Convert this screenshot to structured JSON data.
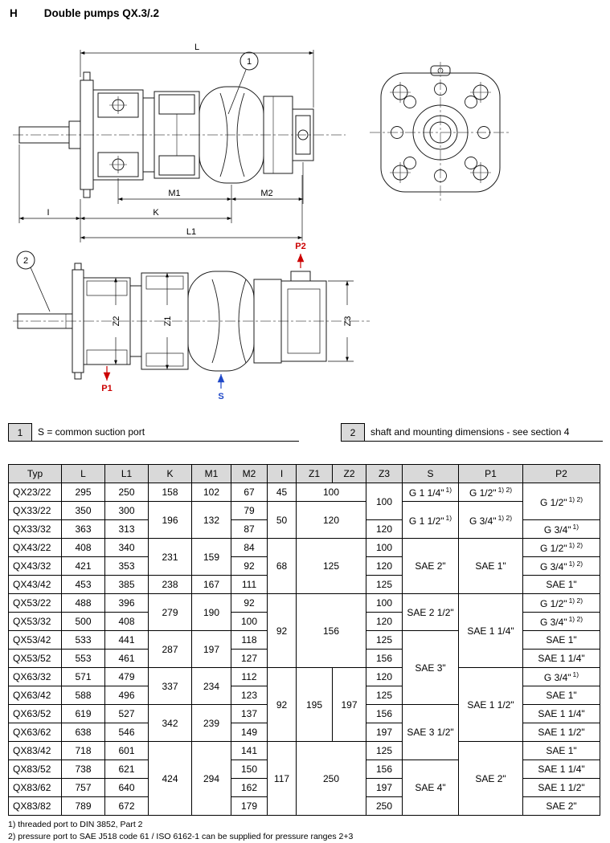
{
  "page": {
    "section_letter": "H",
    "title": "Double pumps QX.3/.2"
  },
  "drawing_side": {
    "balloon": "1",
    "labels": {
      "L": "L",
      "M1": "M1",
      "M2": "M2",
      "I": "I",
      "K": "K",
      "L1": "L1"
    }
  },
  "drawing_plan": {
    "balloon": "2",
    "labels": {
      "Z1": "Z1",
      "Z2": "Z2",
      "Z3": "Z3"
    },
    "ports": {
      "P1": "P1",
      "P2": "P2",
      "S": "S"
    }
  },
  "notes": [
    {
      "num": "1",
      "text": "S = common suction port"
    },
    {
      "num": "2",
      "text": "shaft and mounting dimensions - see section 4"
    }
  ],
  "table": {
    "headers": [
      "Typ",
      "L",
      "L1",
      "K",
      "M1",
      "M2",
      "I",
      "Z1",
      "Z2",
      "Z3",
      "S",
      "P1",
      "P2"
    ],
    "rows": [
      {
        "cells": [
          {
            "t": "QX23/22"
          },
          {
            "t": "295"
          },
          {
            "t": "250"
          },
          {
            "t": "158"
          },
          {
            "t": "102"
          },
          {
            "t": "67"
          },
          {
            "t": "45"
          },
          {
            "t": "100",
            "cs": 2
          },
          {
            "t": "100",
            "rs": 2
          },
          {
            "t": "G 1 1/4\"",
            "sup": "1)"
          },
          {
            "t": "G 1/2\"",
            "sup": "1) 2)"
          },
          {
            "t": "G 1/2\"",
            "sup": "1) 2)",
            "rs": 2
          }
        ]
      },
      {
        "cells": [
          {
            "t": "QX33/22"
          },
          {
            "t": "350"
          },
          {
            "t": "300"
          },
          {
            "t": "196",
            "rs": 2
          },
          {
            "t": "132",
            "rs": 2
          },
          {
            "t": "79"
          },
          {
            "t": "50",
            "rs": 2
          },
          {
            "t": "120",
            "cs": 2,
            "rs": 2
          },
          {
            "t": "G 1 1/2\"",
            "sup": "1)",
            "rs": 2
          },
          {
            "t": "G 3/4\"",
            "sup": "1) 2)",
            "rs": 2
          }
        ]
      },
      {
        "cells": [
          {
            "t": "QX33/32"
          },
          {
            "t": "363"
          },
          {
            "t": "313"
          },
          {
            "t": "87"
          },
          {
            "t": "120"
          },
          {
            "t": "G 3/4\"",
            "sup": "1)"
          }
        ]
      },
      {
        "cells": [
          {
            "t": "QX43/22"
          },
          {
            "t": "408"
          },
          {
            "t": "340"
          },
          {
            "t": "231",
            "rs": 2
          },
          {
            "t": "159",
            "rs": 2
          },
          {
            "t": "84"
          },
          {
            "t": "68",
            "rs": 3
          },
          {
            "t": "125",
            "cs": 2,
            "rs": 3
          },
          {
            "t": "100"
          },
          {
            "t": "SAE 2\"",
            "rs": 3
          },
          {
            "t": "SAE 1\"",
            "rs": 3
          },
          {
            "t": "G 1/2\"",
            "sup": "1) 2)"
          }
        ]
      },
      {
        "cells": [
          {
            "t": "QX43/32"
          },
          {
            "t": "421"
          },
          {
            "t": "353"
          },
          {
            "t": "92"
          },
          {
            "t": "120"
          },
          {
            "t": "G 3/4\"",
            "sup": "1) 2)"
          }
        ]
      },
      {
        "cells": [
          {
            "t": "QX43/42"
          },
          {
            "t": "453"
          },
          {
            "t": "385"
          },
          {
            "t": "238"
          },
          {
            "t": "167"
          },
          {
            "t": "111"
          },
          {
            "t": "125"
          },
          {
            "t": "SAE 1\""
          }
        ]
      },
      {
        "cells": [
          {
            "t": "QX53/22"
          },
          {
            "t": "488"
          },
          {
            "t": "396"
          },
          {
            "t": "279",
            "rs": 2
          },
          {
            "t": "190",
            "rs": 2
          },
          {
            "t": "92"
          },
          {
            "t": "92",
            "rs": 4
          },
          {
            "t": "156",
            "cs": 2,
            "rs": 4
          },
          {
            "t": "100"
          },
          {
            "t": "SAE 2 1/2\"",
            "rs": 2
          },
          {
            "t": "SAE 1 1/4\"",
            "rs": 4
          },
          {
            "t": "G 1/2\"",
            "sup": "1) 2)"
          }
        ]
      },
      {
        "cells": [
          {
            "t": "QX53/32"
          },
          {
            "t": "500"
          },
          {
            "t": "408"
          },
          {
            "t": "100"
          },
          {
            "t": "120"
          },
          {
            "t": "G 3/4\"",
            "sup": "1) 2)"
          }
        ]
      },
      {
        "cells": [
          {
            "t": "QX53/42"
          },
          {
            "t": "533"
          },
          {
            "t": "441"
          },
          {
            "t": "287",
            "rs": 2
          },
          {
            "t": "197",
            "rs": 2
          },
          {
            "t": "118"
          },
          {
            "t": "125"
          },
          {
            "t": "SAE 3\"",
            "rs": 4
          },
          {
            "t": "SAE 1\""
          }
        ]
      },
      {
        "cells": [
          {
            "t": "QX53/52"
          },
          {
            "t": "553"
          },
          {
            "t": "461"
          },
          {
            "t": "127"
          },
          {
            "t": "156"
          },
          {
            "t": "SAE 1 1/4\""
          }
        ]
      },
      {
        "cells": [
          {
            "t": "QX63/32"
          },
          {
            "t": "571"
          },
          {
            "t": "479"
          },
          {
            "t": "337",
            "rs": 2
          },
          {
            "t": "234",
            "rs": 2
          },
          {
            "t": "112"
          },
          {
            "t": "92",
            "rs": 4
          },
          {
            "t": "195",
            "rs": 4
          },
          {
            "t": "197",
            "rs": 4
          },
          {
            "t": "120"
          },
          {
            "t": "SAE 1 1/2\"",
            "rs": 4
          },
          {
            "t": "G 3/4\"",
            "sup": "1)"
          }
        ]
      },
      {
        "cells": [
          {
            "t": "QX63/42"
          },
          {
            "t": "588"
          },
          {
            "t": "496"
          },
          {
            "t": "123"
          },
          {
            "t": "125"
          },
          {
            "t": "SAE 1\""
          }
        ]
      },
      {
        "cells": [
          {
            "t": "QX63/52"
          },
          {
            "t": "619"
          },
          {
            "t": "527"
          },
          {
            "t": "342",
            "rs": 2
          },
          {
            "t": "239",
            "rs": 2
          },
          {
            "t": "137"
          },
          {
            "t": "156"
          },
          {
            "t": "SAE 3 1/2\"",
            "rs": 3
          },
          {
            "t": "SAE 1 1/4\""
          }
        ]
      },
      {
        "cells": [
          {
            "t": "QX63/62"
          },
          {
            "t": "638"
          },
          {
            "t": "546"
          },
          {
            "t": "149"
          },
          {
            "t": "197"
          },
          {
            "t": "SAE 1 1/2\""
          }
        ]
      },
      {
        "cells": [
          {
            "t": "QX83/42"
          },
          {
            "t": "718"
          },
          {
            "t": "601"
          },
          {
            "t": "424",
            "rs": 4
          },
          {
            "t": "294",
            "rs": 4
          },
          {
            "t": "141"
          },
          {
            "t": "117",
            "rs": 4
          },
          {
            "t": "250",
            "cs": 2,
            "rs": 4
          },
          {
            "t": "125"
          },
          {
            "t": "SAE 2\"",
            "rs": 4
          },
          {
            "t": "SAE 1\""
          }
        ]
      },
      {
        "cells": [
          {
            "t": "QX83/52"
          },
          {
            "t": "738"
          },
          {
            "t": "621"
          },
          {
            "t": "150"
          },
          {
            "t": "156"
          },
          {
            "t": "SAE 4\"",
            "rs": 3
          },
          {
            "t": "SAE 1 1/4\""
          }
        ]
      },
      {
        "cells": [
          {
            "t": "QX83/62"
          },
          {
            "t": "757"
          },
          {
            "t": "640"
          },
          {
            "t": "162"
          },
          {
            "t": "197"
          },
          {
            "t": "SAE 1 1/2\""
          }
        ]
      },
      {
        "cells": [
          {
            "t": "QX83/82"
          },
          {
            "t": "789"
          },
          {
            "t": "672"
          },
          {
            "t": "179"
          },
          {
            "t": "250"
          },
          {
            "t": "SAE 2\""
          }
        ]
      }
    ]
  },
  "footnotes": [
    "1) threaded port to DIN 3852, Part 2",
    "2) pressure port to SAE J518 code 61 / ISO 6162-1 can be supplied for pressure ranges 2+3"
  ],
  "colors": {
    "pressure_port": "#cc0000",
    "suction_port": "#1f48c8",
    "table_header_bg": "#d9d9d9",
    "note_box_bg": "#d9d9d9"
  }
}
